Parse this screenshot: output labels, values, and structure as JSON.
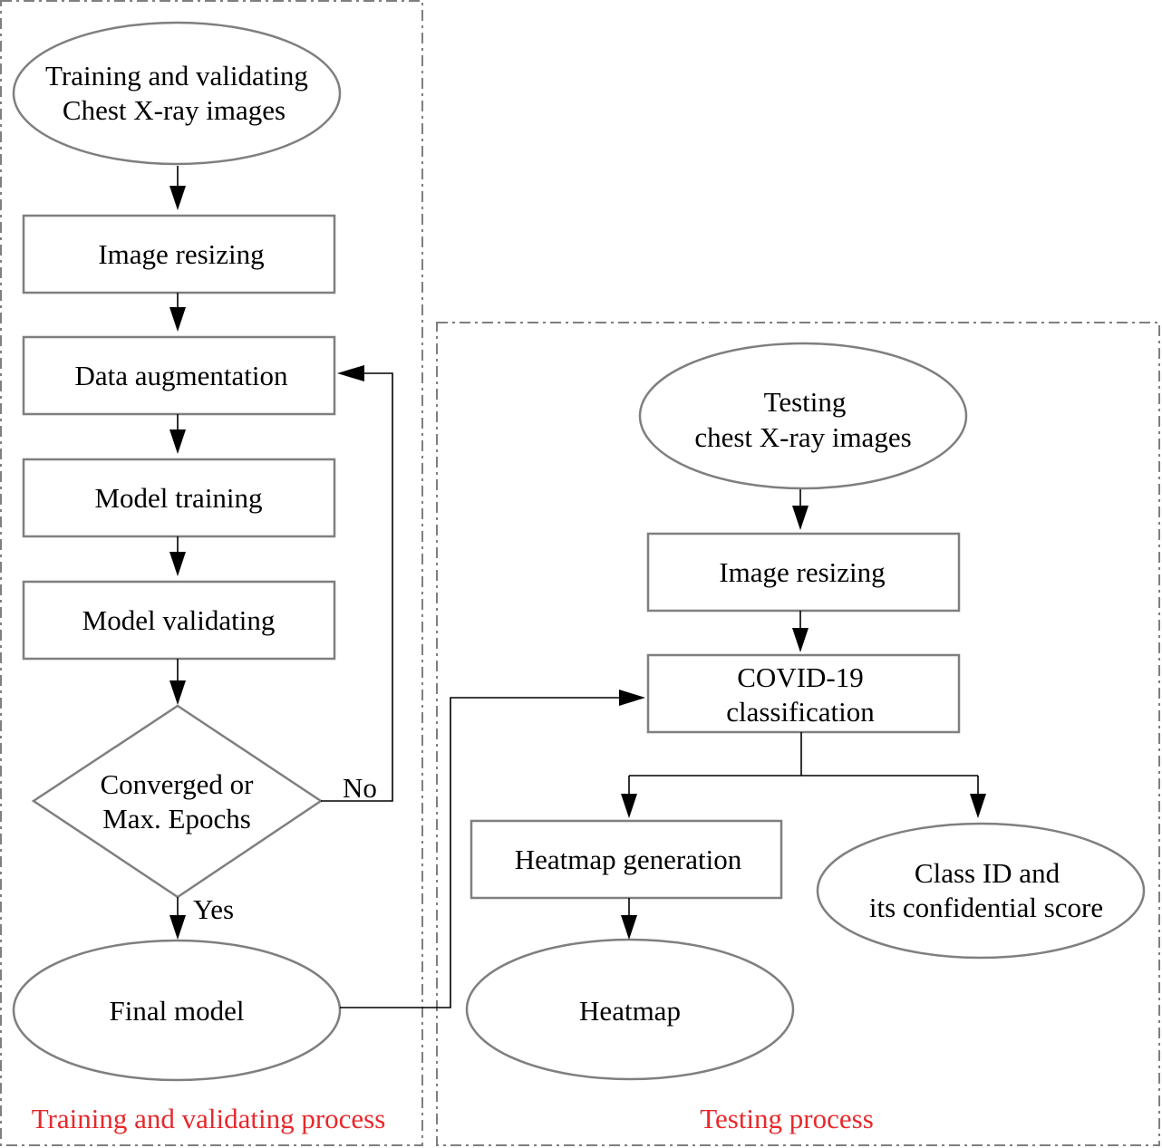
{
  "training": {
    "panel_label": "Training and validating process",
    "input": [
      "Training and validating",
      "Chest X-ray images"
    ],
    "resize": "Image resizing",
    "augment": "Data augmentation",
    "train": "Model training",
    "validate": "Model validating",
    "decision": [
      "Converged or",
      "Max. Epochs"
    ],
    "no_label": "No",
    "yes_label": "Yes",
    "final": "Final model"
  },
  "testing": {
    "panel_label": "Testing process",
    "input": [
      "Testing",
      "chest X-ray images"
    ],
    "resize": "Image resizing",
    "classify": [
      "COVID-19",
      "classification"
    ],
    "heatmap_gen": "Heatmap  generation",
    "heatmap": "Heatmap",
    "class_id": [
      "Class ID and",
      "its confidential score"
    ]
  },
  "colors": {
    "shape_stroke": "#7f7f7f",
    "connector": "#000000",
    "panel_label": "#e8282b"
  }
}
